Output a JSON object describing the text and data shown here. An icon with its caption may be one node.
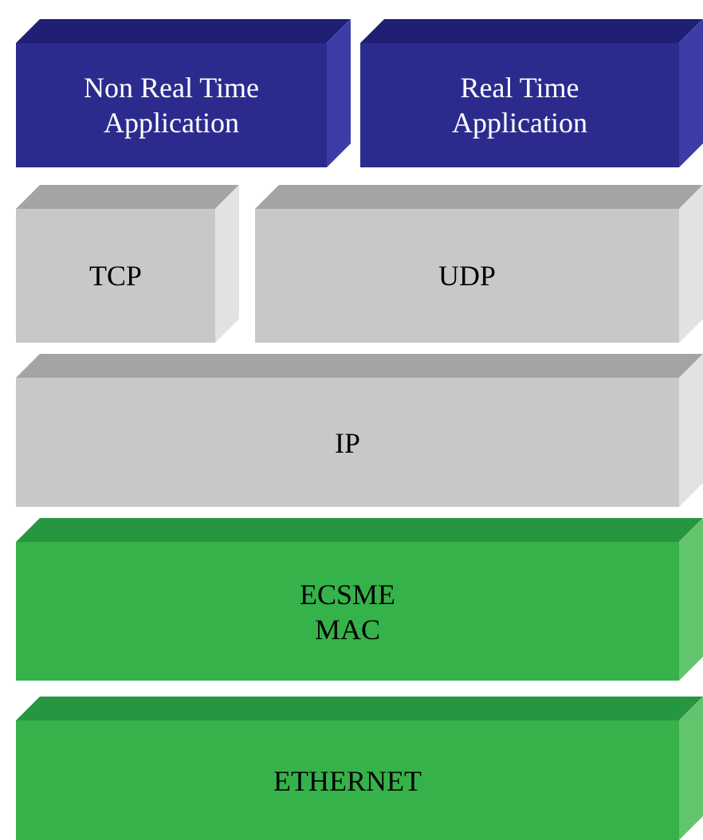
{
  "diagram": {
    "nodes": [
      {
        "text": [
          "Non Real Time Application"
        ]
      },
      {
        "text": [
          "Real Time Application"
        ]
      },
      {
        "text": [
          "TCP"
        ]
      },
      {
        "text": [
          "UDP"
        ]
      },
      {
        "text": [
          "IP"
        ]
      },
      {
        "text": [
          "ECSME",
          "MAC"
        ]
      },
      {
        "text": [
          "ETHERNET"
        ]
      }
    ]
  }
}
